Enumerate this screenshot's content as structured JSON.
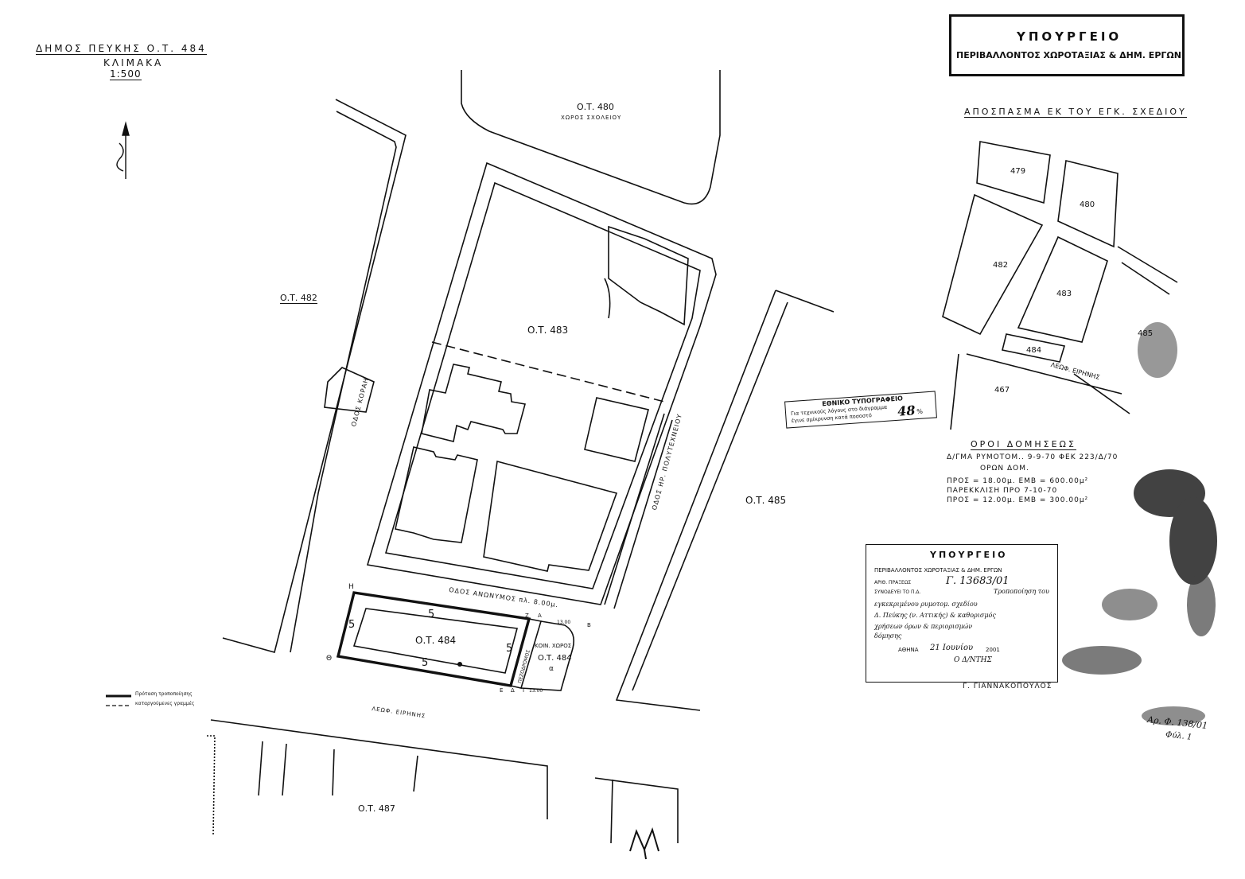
{
  "header": {
    "municipality": "ΔΗΜΟΣ  ΠΕΥΚΗΣ   Ο.Τ. 484",
    "scale_label": "ΚΛΙΜΑΚΑ",
    "scale_value": "1:500"
  },
  "ministry_stamp": {
    "title": "ΥΠΟΥΡΓΕΙΟ",
    "subtitle": "ΠΕΡΙΒΑΛΛΟΝΤΟΣ ΧΩΡΟΤΑΞΙΑΣ & ΔΗΜ. ΕΡΓΩΝ"
  },
  "excerpt": {
    "title": "ΑΠΟΣΠΑΣΜΑ ΕΚ ΤΟΥ ΕΓΚ. ΣΧΕΔΙΟΥ",
    "blocks": [
      "479",
      "480",
      "482",
      "483",
      "484",
      "485",
      "467"
    ],
    "street": "ΛΕΩΦ. ΕΙΡΗΝΗΣ"
  },
  "blocks": {
    "b480": "Ο.Τ. 480",
    "school": "ΧΩΡΟΣ ΣΧΟΛΕΙΟΥ",
    "b482": "Ο.Τ. 482",
    "b483": "Ο.Τ. 483",
    "b485": "Ο.Τ. 485",
    "b484": "Ο.Τ. 484",
    "b484b": "Ο.Τ. 484",
    "b484b_sub": "α",
    "b487": "Ο.Τ. 487",
    "common_space": "ΚΟΙΝ. ΧΩΡΟΣ"
  },
  "streets": {
    "korai": "ΟΔΟΣ ΚΟΡΑΗ",
    "polytechneiou": "ΟΔΟΣ ΗΡ. ΠΟΛΥΤΕΧΝΕΙΟΥ",
    "anonymos": "ΟΔΟΣ ΑΝΩΝΥΜΟΣ πλ. 8.00μ.",
    "eirinis": "ΛΕΩΦ. ΕΙΡΗΝΗΣ",
    "pedestrian": "ΠΕΖΟΔΡΟΜΟΣ"
  },
  "dimensions": {
    "top": "5",
    "bottom": "5",
    "left": "5",
    "right": "5",
    "top_right": "13.00",
    "bottom_right": "13.00"
  },
  "points": {
    "H": "Η",
    "Theta": "Θ",
    "A": "Α",
    "B": "Β",
    "G": "Γ",
    "D": "Δ",
    "E": "Ε",
    "Z": "Ζ"
  },
  "legend": {
    "line1": "Πρόταση τροποποίησης",
    "line2": "καταργούμενες γραμμές"
  },
  "typography_stamp": {
    "title": "ΕΘΝΙΚΟ ΤΥΠΟΓΡΑΦΕΙΟ",
    "line1": "Για τεχνικούς λόγους στο διάγραμμα",
    "line2": "έγινε σμίκρυνση κατά ποσοστό",
    "percent": "48",
    "percent_sign": "%"
  },
  "building_terms": {
    "title": "ΟΡΟΙ ΔΟΜΗΣΕΩΣ",
    "line1": "Δ/ΓΜΑ ΡΥΜΟΤΟΜ.. 9-9-70 ΦΕΚ 223/Δ/70",
    "line2": "ΟΡΩΝ ΔΟΜ.",
    "line3": "ΠΡΟΣ = 18.00μ.  ΕΜΒ = 600.00μ²",
    "line4": "ΠΑΡΕΚΚΛΙΣΗ ΠΡΟ 7-10-70",
    "line5": "ΠΡΟΣ = 12.00μ.  ΕΜΒ = 300.00μ²"
  },
  "approval_stamp": {
    "title": "ΥΠΟΥΡΓΕΙΟ",
    "subtitle": "ΠΕΡΙΒΑΛΛΟΝΤΟΣ ΧΩΡΟΤΑΞΙΑΣ & ΔΗΜ. ΕΡΓΩΝ",
    "arith_label": "ΑΡΙΘ. ΠΡΑΞΕΩΣ",
    "arith_value": "Γ. 13683/01",
    "accompany": "ΣΥΝΟΔΕΥΕΙ ΤΟ Π.Δ.",
    "text1": "Τροποποίηση του",
    "text2": "εγκεκριμένου ρυμοτομ. σχεδίου",
    "text3": "Δ. Πεύκης (ν. Αττικής) & καθορισμός",
    "text4": "χρήσεων όρων & περιορισμών",
    "text5": "δόμησης",
    "date_label": "ΑΘΗΝΑ",
    "date_value": "21 Ιουνίου",
    "year": "2001",
    "signer_title": "Ο Δ/ΝΤΗΣ",
    "signer": "Γ. ΓΙΑΝΝΑΚΟΠΟΥΛΟΣ"
  },
  "archive_ref": {
    "line1": "Αρ. Φ. 138/01",
    "line2": "Φύλ. 1"
  },
  "bottom_mark": "M"
}
